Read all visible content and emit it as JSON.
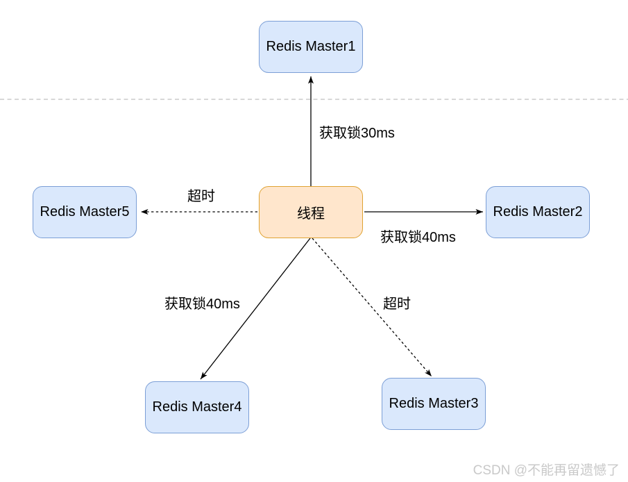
{
  "diagram": {
    "type": "flow-diagram",
    "topic": "Redis Redlock lock acquisition from one thread to five Redis masters",
    "nodes": {
      "thread": {
        "label": "线程",
        "shape": "rounded-rect",
        "fill": "#ffe6cc",
        "stroke": "#dfa232"
      },
      "master1": {
        "label": "Redis Master1",
        "shape": "rounded-rect",
        "fill": "#dae8fc",
        "stroke": "#7b9ed6"
      },
      "master2": {
        "label": "Redis Master2",
        "shape": "rounded-rect",
        "fill": "#dae8fc",
        "stroke": "#7b9ed6"
      },
      "master3": {
        "label": "Redis Master3",
        "shape": "rounded-rect",
        "fill": "#dae8fc",
        "stroke": "#7b9ed6"
      },
      "master4": {
        "label": "Redis Master4",
        "shape": "rounded-rect",
        "fill": "#dae8fc",
        "stroke": "#7b9ed6"
      },
      "master5": {
        "label": "Redis Master5",
        "shape": "rounded-rect",
        "fill": "#dae8fc",
        "stroke": "#7b9ed6"
      }
    },
    "edges": {
      "thread_to_master1": {
        "label": "获取锁30ms",
        "style": "solid",
        "direction": "up"
      },
      "thread_to_master2": {
        "label": "获取锁40ms",
        "style": "solid",
        "direction": "right"
      },
      "thread_to_master3": {
        "label": "超时",
        "style": "dashed",
        "direction": "down-right"
      },
      "thread_to_master4": {
        "label": "获取锁40ms",
        "style": "solid",
        "direction": "down-left"
      },
      "thread_to_master5": {
        "label": "超时",
        "style": "dashed",
        "direction": "left"
      }
    },
    "separator": {
      "style": "dashed",
      "color": "#cccccc"
    },
    "colors": {
      "blue_fill": "#dae8fc",
      "blue_stroke": "#7b9ed6",
      "orange_fill": "#ffe6cc",
      "orange_stroke": "#dfa232",
      "edge_color": "#000000",
      "separator_color": "#cccccc",
      "label_color": "#000000",
      "watermark_color": "#c9c9c9"
    }
  },
  "watermark": {
    "text": "CSDN @不能再留遗憾了"
  }
}
